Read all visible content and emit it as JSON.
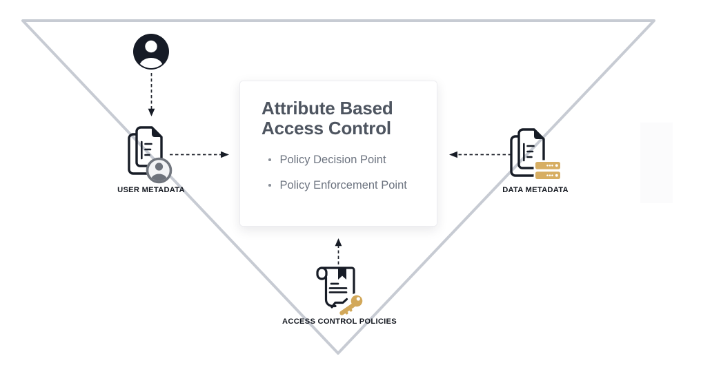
{
  "diagram": {
    "center_card": {
      "title": "Attribute Based Access Control",
      "bullets": [
        "Policy Decision Point",
        "Policy Enforcement Point"
      ]
    },
    "nodes": {
      "user": {
        "icon": "person-icon"
      },
      "user_metadata": {
        "label": "USER METADATA",
        "icon": "user-documents-icon"
      },
      "data_metadata": {
        "label": "DATA METADATA",
        "icon": "data-documents-icon"
      },
      "access_policies": {
        "label": "ACCESS CONTROL POLICIES",
        "icon": "policy-scroll-key-icon"
      }
    },
    "colors": {
      "triangle_stroke": "#c7cbd3",
      "icon_ink": "#171c26",
      "accent_gold": "#d7ae63",
      "badge_gray": "#71767e",
      "card_title": "#4e5560",
      "card_body": "#6d7480",
      "label_text": "#13171f"
    }
  }
}
